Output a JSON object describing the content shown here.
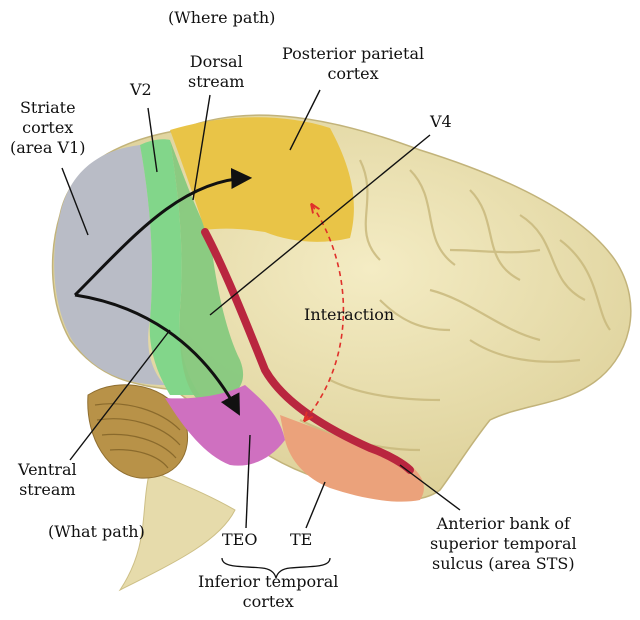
{
  "labels": {
    "where_path": "(Where path)",
    "dorsal_stream": [
      "Dorsal",
      "stream"
    ],
    "posterior_parietal": [
      "Posterior parietal",
      "cortex"
    ],
    "v2": "V2",
    "striate": [
      "Striate",
      "cortex",
      "(area V1)"
    ],
    "v4": "V4",
    "interaction": "Interaction",
    "ventral_stream": [
      "Ventral",
      "stream"
    ],
    "what_path": "(What path)",
    "teo": "TEO",
    "te": "TE",
    "inferior_temporal": [
      "Inferior temporal",
      "cortex"
    ],
    "sts": [
      "Anterior bank of",
      "superior temporal",
      "sulcus (area STS)"
    ]
  },
  "colors": {
    "brain": "#e9dfae",
    "brain_shadow": "#c8b97c",
    "striate": "#b9bcc6",
    "v2": "#82d68a",
    "v4": "#86c97e",
    "parietal": "#e9c447",
    "teo": "#cf70c0",
    "te": "#eba27b",
    "sts": "#b9263f",
    "cerebellum": "#b89248",
    "arrow": "#111111",
    "interaction": "#e0302a"
  }
}
